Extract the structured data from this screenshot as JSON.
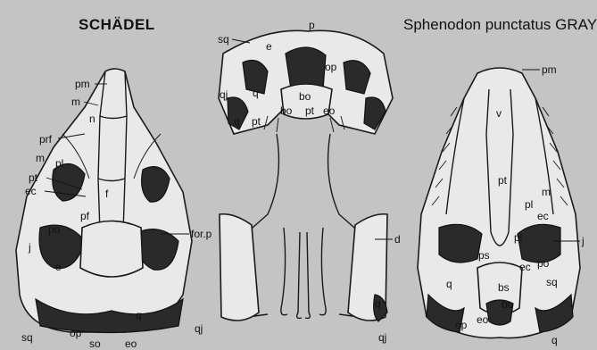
{
  "header": {
    "title": "SCHÄDEL",
    "species": "Sphenodon punctatus GRAY"
  },
  "dorsal_view": {
    "labels": [
      "pm",
      "m",
      "n",
      "prf",
      "m",
      "pl",
      "pt",
      "ec",
      "f",
      "pf",
      "po",
      "for.p",
      "j",
      "e",
      "sq",
      "op",
      "so",
      "eo",
      "q",
      "qj"
    ]
  },
  "occipital_view": {
    "labels": [
      "p",
      "sq",
      "e",
      "op",
      "qj",
      "q",
      "bo",
      "bo",
      "pt",
      "eo",
      "pt",
      "q"
    ]
  },
  "lower_jaw_view": {
    "labels": [
      "d",
      "q",
      "qj"
    ]
  },
  "ventral_view": {
    "labels": [
      "pm",
      "v",
      "pt",
      "m",
      "pl",
      "ec",
      "pl",
      "j",
      "ps",
      "ec",
      "po",
      "sq",
      "q",
      "bs",
      "bo",
      "eo",
      "op",
      "q"
    ]
  }
}
